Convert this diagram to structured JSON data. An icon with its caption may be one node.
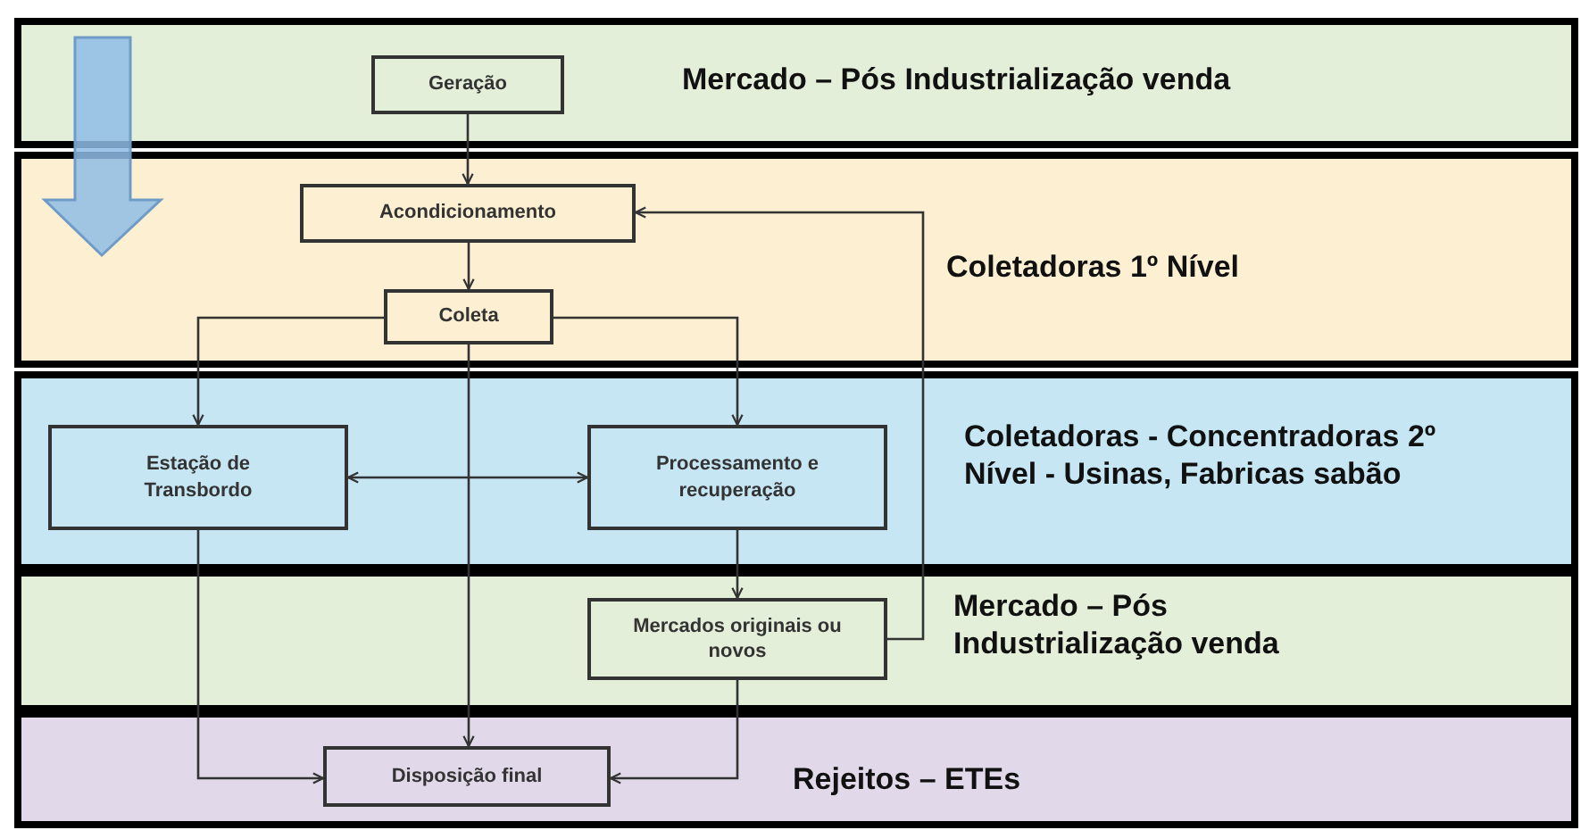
{
  "diagram": {
    "nodes": [
      {
        "text": [
          "Mercado – Pós Industrialização venda"
        ]
      },
      {
        "text": [
          "Geração"
        ],
        "in": 0
      },
      {
        "text": [
          "Coletadoras 1º Nível"
        ]
      },
      {
        "text": [
          "Acondicionamento"
        ],
        "in": 2
      },
      {
        "text": [
          "Coleta"
        ],
        "in": 2
      },
      {
        "text": [
          "Coletadoras - Concentradoras 2º Nível - Usinas, Fabricas sabão"
        ]
      },
      {
        "text": [
          "Estação de Transbordo"
        ],
        "in": 5
      },
      {
        "text": [
          "Processamento e recuperação"
        ],
        "in": 5
      },
      {
        "text": [
          "Mercado – Pós Industrialização venda"
        ]
      },
      {
        "text": [
          "Mercados originais ou novos"
        ],
        "in": 8
      },
      {
        "text": [
          "Rejeitos – ETEs"
        ]
      },
      {
        "text": [
          "Disposição final"
        ],
        "in": 10
      }
    ],
    "edges": [
      {
        "from": 1,
        "to": 3,
        "arrow": "to"
      },
      {
        "from": 3,
        "to": 4,
        "arrow": "to"
      },
      {
        "from": 4,
        "to": 6,
        "arrow": "to"
      },
      {
        "from": 4,
        "to": 7,
        "arrow": "to"
      },
      {
        "from": 4,
        "to": 11,
        "arrow": "to"
      },
      {
        "from": 6,
        "to": 7,
        "arrow": "both"
      },
      {
        "from": 7,
        "to": 9,
        "arrow": "to"
      },
      {
        "from": 9,
        "to": 3,
        "arrow": "to"
      },
      {
        "from": 6,
        "to": 11,
        "arrow": "to"
      },
      {
        "from": 9,
        "to": 11,
        "arrow": "to"
      }
    ]
  }
}
